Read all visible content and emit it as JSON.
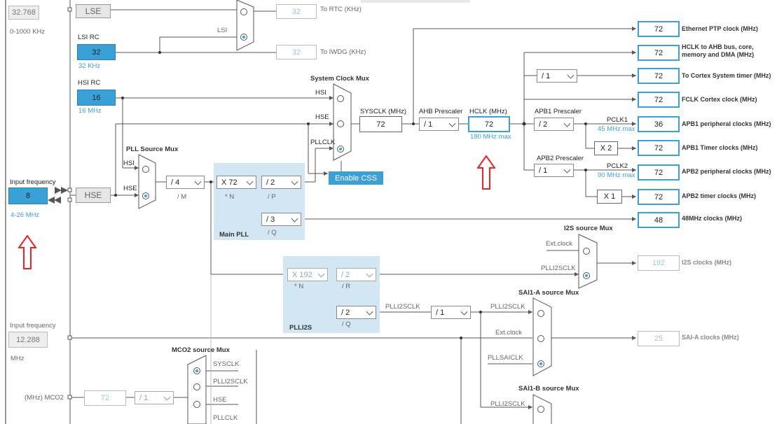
{
  "lse": {
    "freq": "32.768",
    "range": "0-1000 KHz",
    "label": "LSE"
  },
  "lsi": {
    "title": "LSI RC",
    "value": "32",
    "unit": "32 KHz",
    "mux_label": "LSI"
  },
  "rtc": {
    "value": "32",
    "label": "To RTC (KHz)"
  },
  "iwdg": {
    "value": "32",
    "label": "To IWDG (KHz)"
  },
  "hsi": {
    "title": "HSI RC",
    "value": "16",
    "unit": "16 MHz"
  },
  "hse": {
    "input_label": "Input frequency",
    "value": "8",
    "range": "4-26 MHz",
    "label": "HSE"
  },
  "pll_src_mux": {
    "title": "PLL Source Mux",
    "in1": "HSI",
    "in2": "HSE"
  },
  "sys_mux": {
    "title": "System Clock Mux",
    "in1": "HSI",
    "in2": "HSE",
    "in3": "PLLCLK"
  },
  "enable_css": "Enable CSS",
  "main_pll": {
    "title": "Main PLL",
    "m_value": "/ 4",
    "m_label": "/ M",
    "n_value": "X 72",
    "n_label": "* N",
    "p_value": "/ 2",
    "p_label": "/ P",
    "q_value": "/ 3",
    "q_label": "/ Q"
  },
  "sysclk": {
    "label": "SYSCLK (MHz)",
    "value": "72"
  },
  "ahb": {
    "label": "AHB Prescaler",
    "value": "/ 1"
  },
  "hclk": {
    "label": "HCLK (MHz)",
    "value": "72",
    "max": "180 MHz max"
  },
  "apb1": {
    "label": "APB1 Prescaler",
    "value": "/ 2",
    "pclk": "PCLK1",
    "max": "45 MHz max",
    "timer_mult": "X 2"
  },
  "apb2": {
    "label": "APB2 Prescaler",
    "value": "/ 1",
    "pclk": "PCLK2",
    "max": "90 MHz max",
    "timer_mult": "X 1"
  },
  "cortex_div": "/ 1",
  "outputs": [
    {
      "value": "72",
      "label": "Ethernet PTP clock (MHz)"
    },
    {
      "value": "72",
      "label": "HCLK to AHB bus, core, memory and DMA (MHz)"
    },
    {
      "value": "72",
      "label": "To Cortex System timer (MHz)"
    },
    {
      "value": "72",
      "label": "FCLK Cortex clock (MHz)"
    },
    {
      "value": "36",
      "label": "APB1 peripheral clocks (MHz)"
    },
    {
      "value": "72",
      "label": "APB1 Timer clocks (MHz)"
    },
    {
      "value": "72",
      "label": "APB2 peripheral clocks (MHz)"
    },
    {
      "value": "72",
      "label": "APB2 timer clocks (MHz)"
    },
    {
      "value": "48",
      "label": "48MHz clocks (MHz)"
    }
  ],
  "i2s": {
    "mux_title": "I2S source Mux",
    "in1": "Ext.clock",
    "in2": "PLLI2SCLK",
    "value": "192",
    "label": "I2S clocks (MHz)"
  },
  "plli2s": {
    "title": "PLLI2S",
    "n_value": "X 192",
    "n_label": "* N",
    "r_value": "/ 2",
    "r_label": "/ R",
    "q_value": "/ 2",
    "q_label": "/ Q",
    "q_out": "PLLI2SCLK",
    "div": "/ 1"
  },
  "sai_a": {
    "mux_title": "SAI1-A source Mux",
    "in1": "PLLI2SCLK",
    "in2": "Ext.clock",
    "in3": "PLLSAICLK",
    "value": "25",
    "label": "SAI-A clocks (MHz)"
  },
  "sai_b": {
    "mux_title": "SAI1-B source Mux",
    "in1": "PLLI2SCLK"
  },
  "ext_input": {
    "label": "Input frequency",
    "value": "12.288",
    "unit": "MHz"
  },
  "mco2": {
    "mux_title": "MCO2 source Mux",
    "in1": "SYSCLK",
    "in2": "PLLI2SCLK",
    "in3": "HSE",
    "in4": "PLLCLK",
    "out_label": "(MHz) MCO2",
    "value": "72",
    "div": "/ 1"
  }
}
